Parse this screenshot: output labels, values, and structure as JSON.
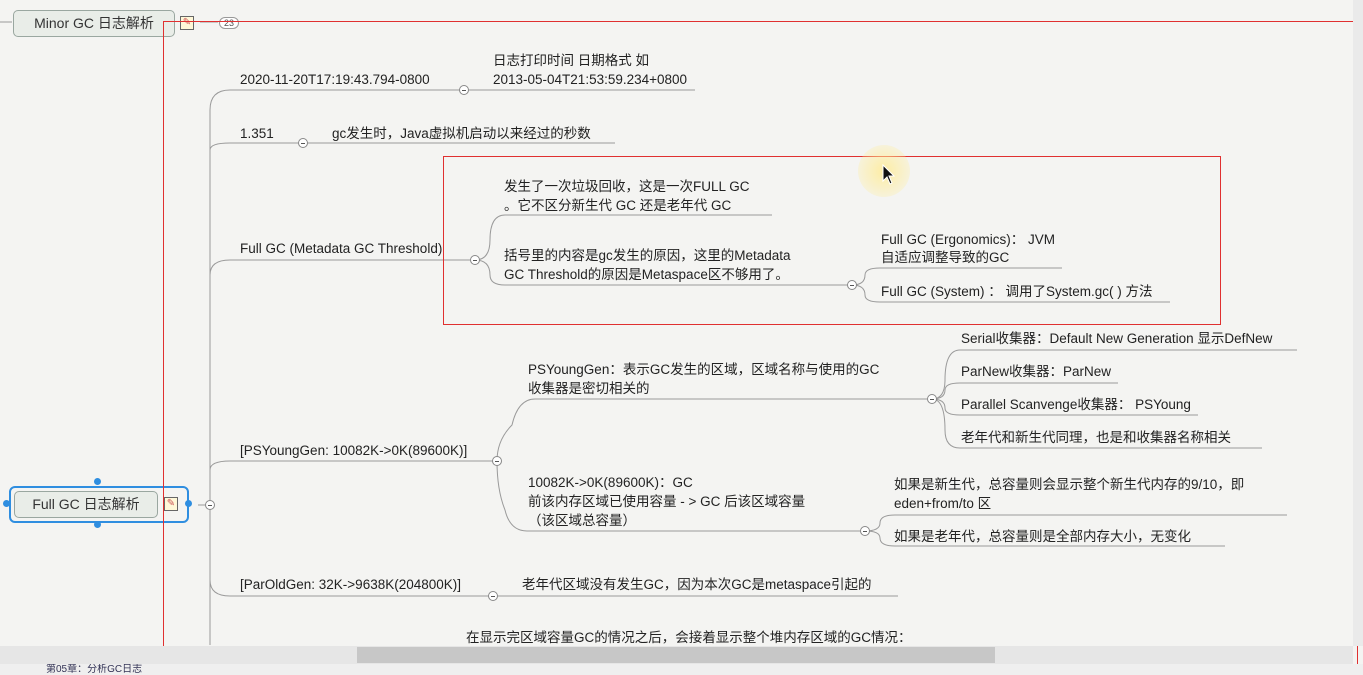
{
  "topics": {
    "minor": "Minor GC 日志解析",
    "minor_badge": "23",
    "full": "Full GC 日志解析"
  },
  "nodes": {
    "timestamp": "2020-11-20T17:19:43.794-0800",
    "timestamp_note_line1": "日志打印时间 日期格式  如",
    "timestamp_note_line2": "2013-05-04T21:53:59.234+0800",
    "uptime": "1.351",
    "uptime_note": "gc发生时，Java虚拟机启动以来经过的秒数",
    "fullgc": "Full GC (Metadata GC Threshold)",
    "fullgc_note1_line1": "发生了一次垃圾回收，这是一次FULL GC",
    "fullgc_note1_line2": "。它不区分新生代 GC 还是老年代 GC",
    "fullgc_note2_line1": "括号里的内容是gc发生的原因，这里的Metadata",
    "fullgc_note2_line2": "GC Threshold的原因是Metaspace区不够用了。",
    "ergonomics_line1": "Full GC (Ergonomics)：  JVM",
    "ergonomics_line2": "自适应调整导致的GC",
    "system": "Full GC (System) ：  调用了System.gc( ) 方法",
    "psyoung": "[PSYoungGen: 10082K->0K(89600K)]",
    "psyoung_note_line1": "PSYoungGen：表示GC发生的区域，区域名称与使用的GC",
    "psyoung_note_line2": "收集器是密切相关的",
    "serial": "Serial收集器：Default New Generation  显示DefNew",
    "parnew": "ParNew收集器：ParNew",
    "parallel": "Parallel Scanvenge收集器：  PSYoung",
    "oldgen_same": "老年代和新生代同理，也是和收集器名称相关",
    "capacity_line1": "10082K->0K(89600K)：GC",
    "capacity_line2": "前该内存区域已使用容量 - > GC 后该区域容量",
    "capacity_line3": "（该区域总容量）",
    "young_total_line1": "如果是新生代，总容量则会显示整个新生代内存的9/10，即",
    "young_total_line2": "eden+from/to 区",
    "old_total": "如果是老年代，总容量则是全部内存大小，无变化",
    "parold": "[ParOldGen: 32K->9638K(204800K)]",
    "parold_note": "老年代区域没有发生GC，因为本次GC是metaspace引起的",
    "heap_note": "在显示完区域容量GC的情况之后，会接着显示整个堆内存区域的GC情况："
  },
  "icons": {
    "note": "note-icon",
    "collapse": "collapse-icon",
    "cursor": "mouse-cursor-icon"
  },
  "colors": {
    "annotation_red": "#e03030",
    "selection_blue": "#2f8ee0"
  },
  "status_bar": {
    "tab": "第05章：分析GC日志"
  }
}
